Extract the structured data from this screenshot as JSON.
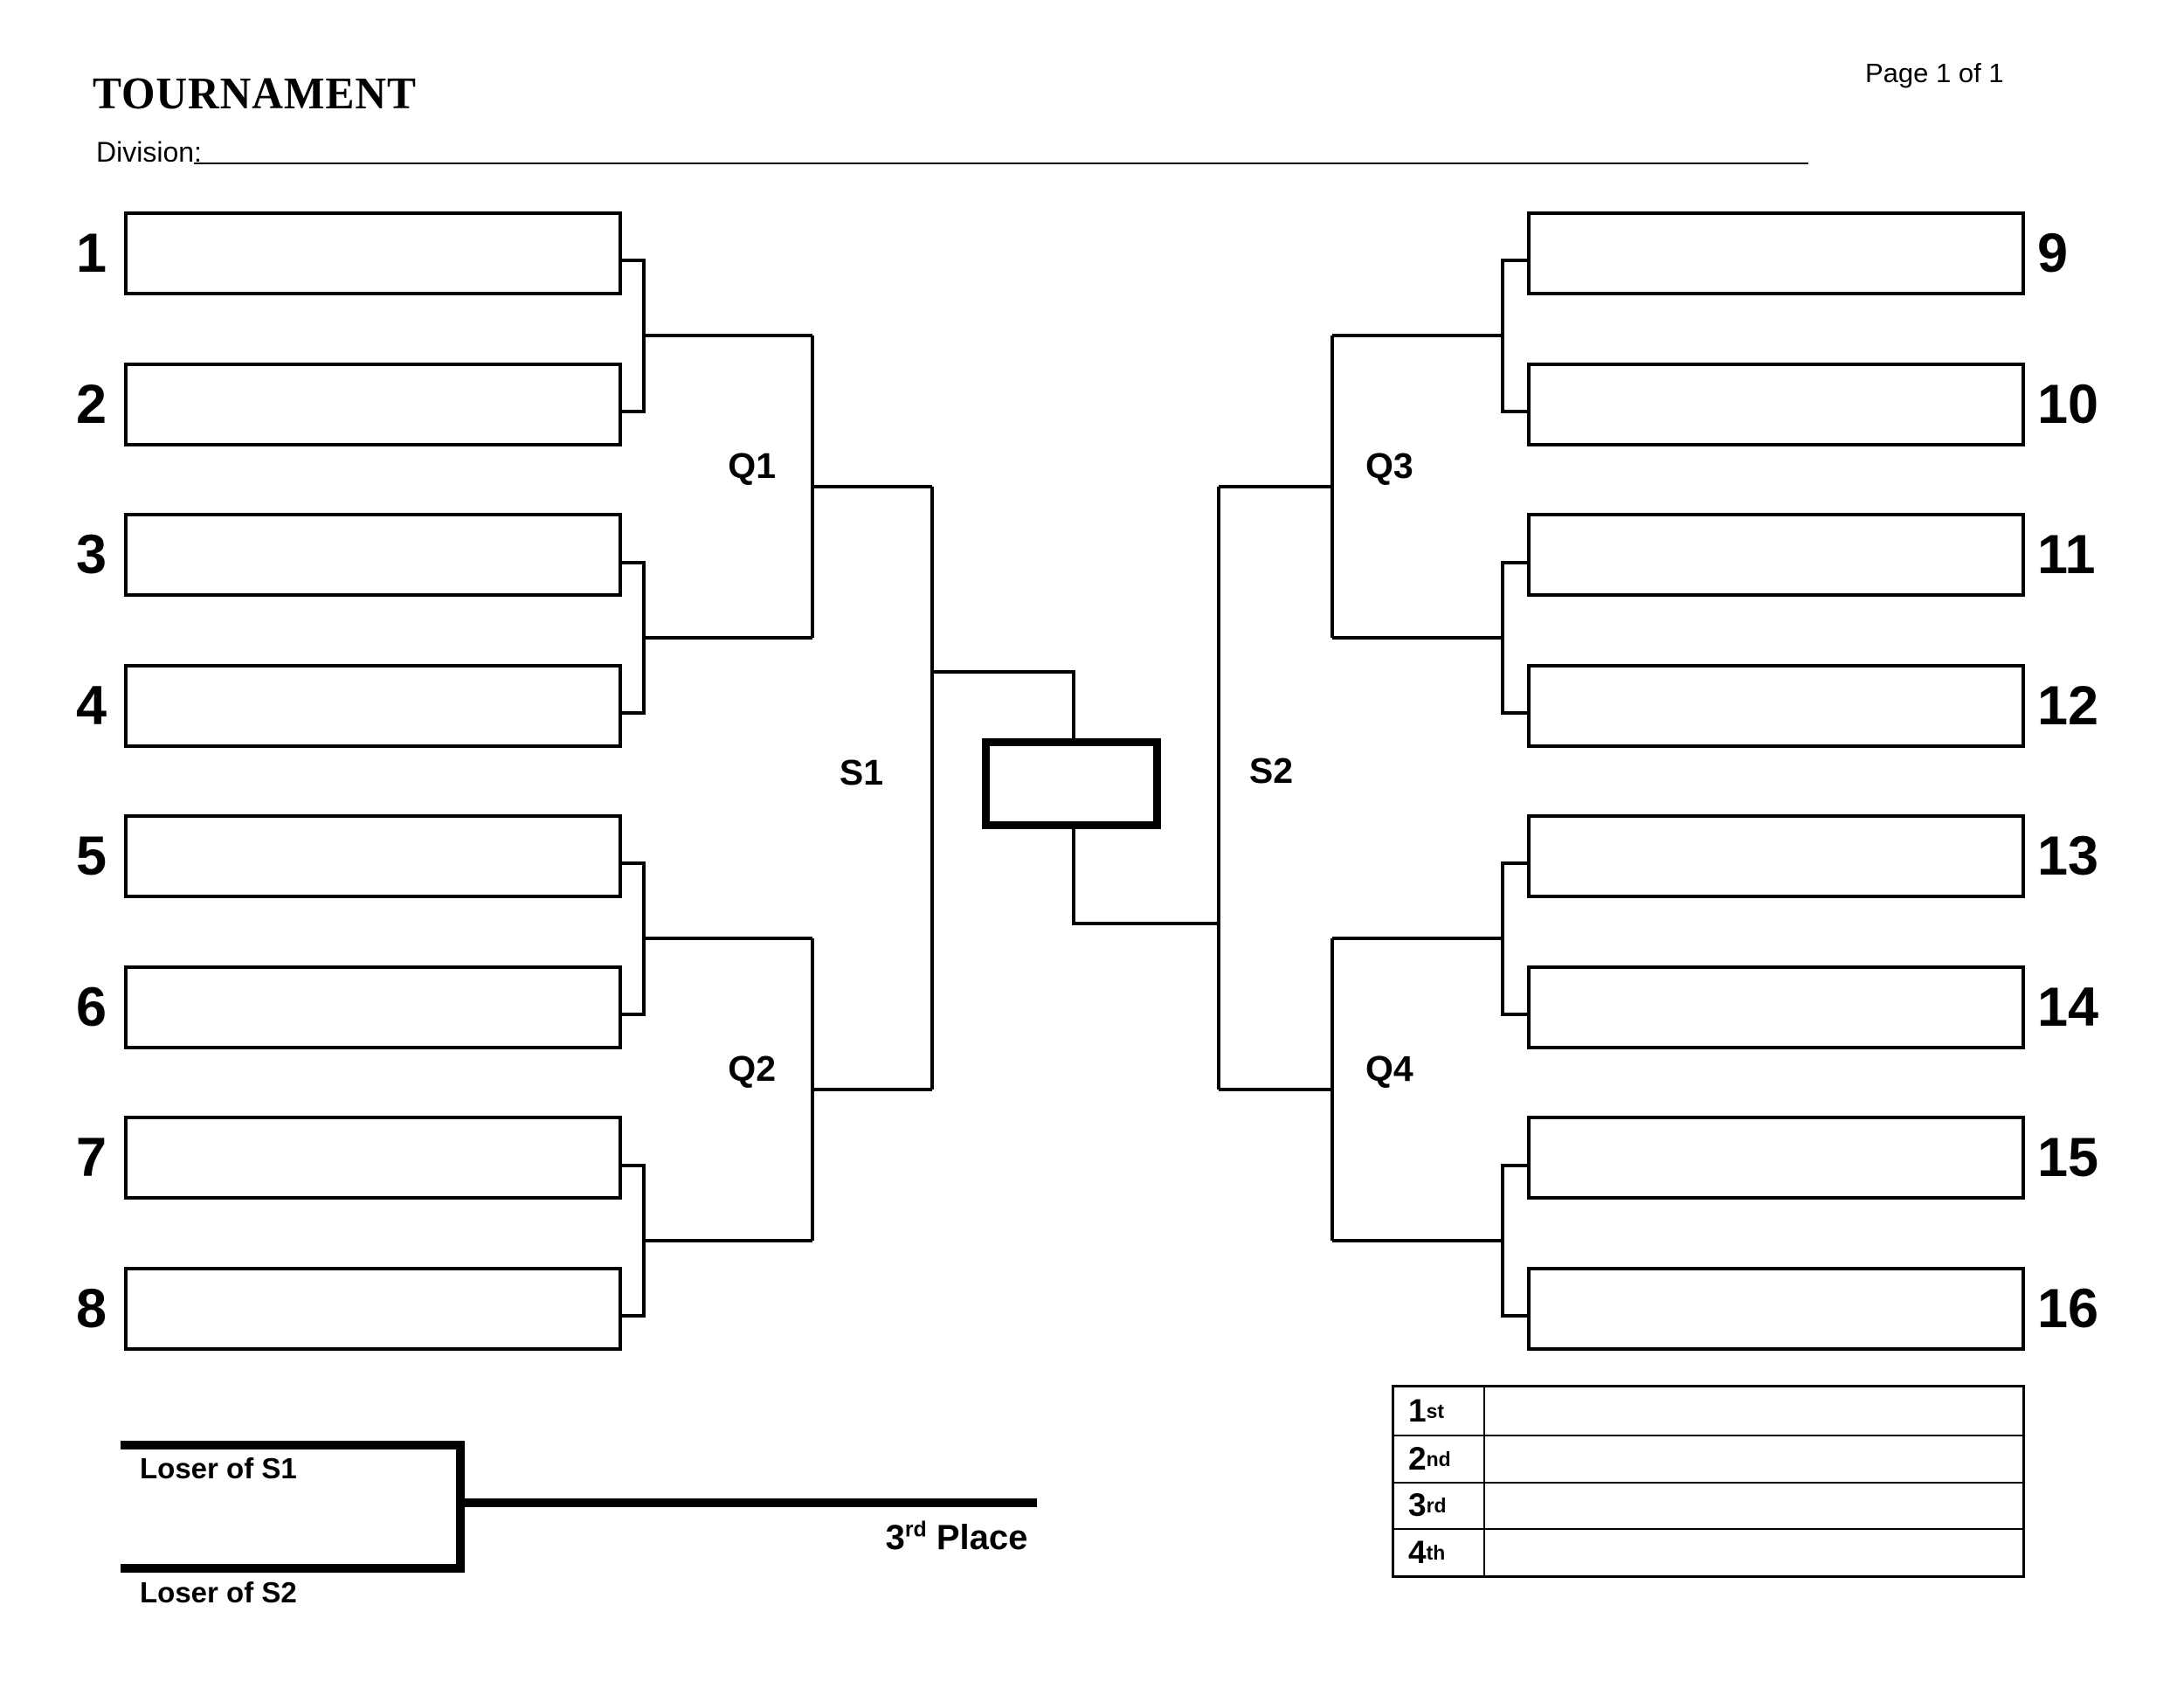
{
  "header": {
    "title": "TOURNAMENT",
    "page_label": "Page 1 of 1",
    "division_label": "Division:"
  },
  "colors": {
    "ink": "#000000",
    "paper": "#ffffff"
  },
  "bracket": {
    "left_seeds": [
      "1",
      "2",
      "3",
      "4",
      "5",
      "6",
      "7",
      "8"
    ],
    "right_seeds": [
      "9",
      "10",
      "11",
      "12",
      "13",
      "14",
      "15",
      "16"
    ],
    "match_labels": {
      "q1": "Q1",
      "q2": "Q2",
      "q3": "Q3",
      "q4": "Q4",
      "s1": "S1",
      "s2": "S2"
    }
  },
  "third_place": {
    "loser_s1": "Loser of S1",
    "loser_s2": "Loser of S2",
    "place_num": "3",
    "place_suffix": "rd",
    "place_word": " Place"
  },
  "results_table": {
    "rows": [
      {
        "rank": "1",
        "suffix": "st",
        "value": ""
      },
      {
        "rank": "2",
        "suffix": "nd",
        "value": ""
      },
      {
        "rank": "3",
        "suffix": "rd",
        "value": ""
      },
      {
        "rank": "4",
        "suffix": "th",
        "value": ""
      }
    ]
  }
}
